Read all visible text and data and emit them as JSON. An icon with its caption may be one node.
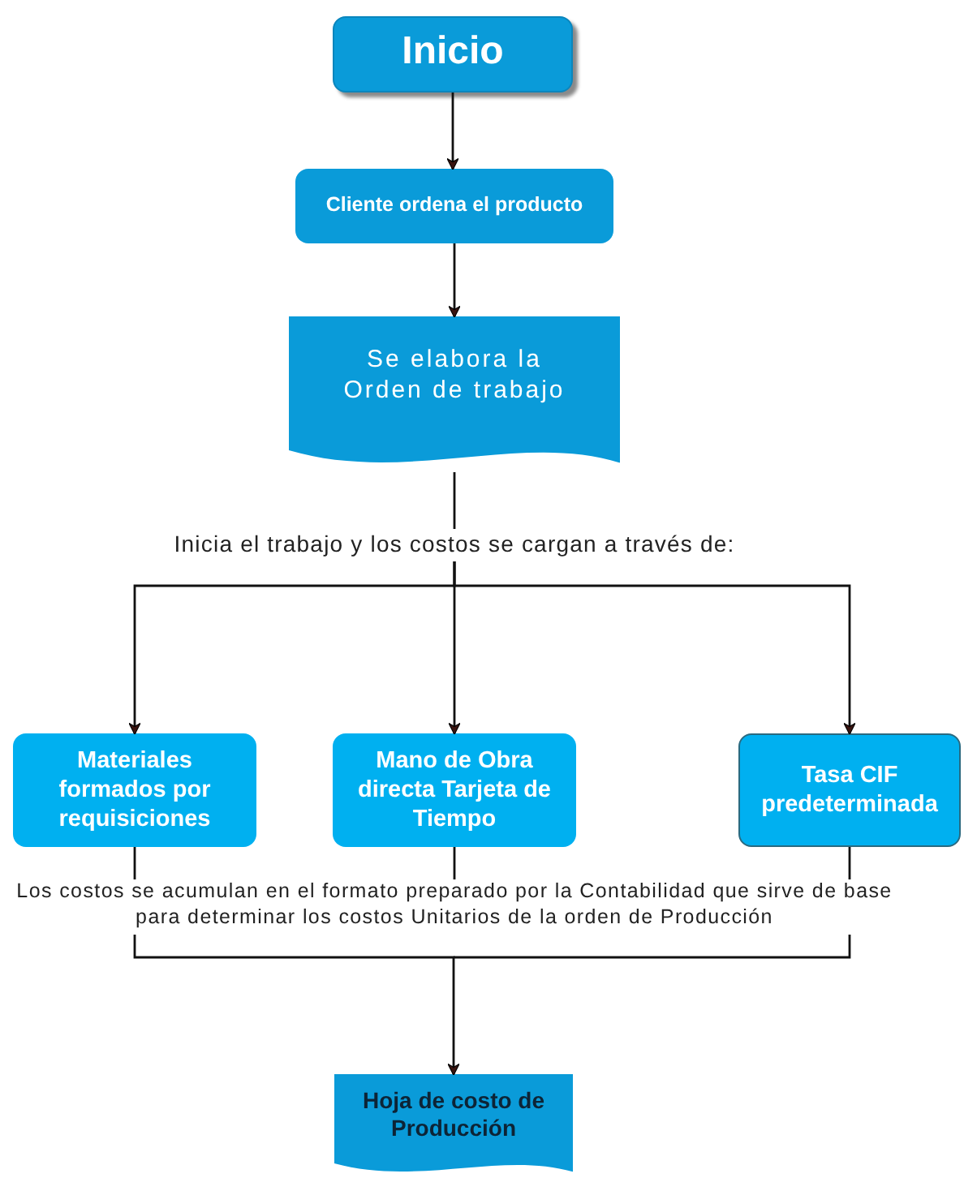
{
  "diagram": {
    "nodes": [
      {
        "text": [
          "Inicio"
        ]
      },
      {
        "text": [
          "Cliente ordena el producto"
        ]
      },
      {
        "text": [
          "Se elabora la Orden de trabajo"
        ]
      },
      {
        "text": [
          "Inicia el trabajo y los costos se cargan  a través de:"
        ]
      },
      {
        "text": [
          "Materiales formados por requisiciones"
        ]
      },
      {
        "text": [
          "Mano de Obra directa Tarjeta de Tiempo"
        ]
      },
      {
        "text": [
          "Tasa CIF predeterminada"
        ]
      },
      {
        "text": [
          "Los costos se acumulan en el formato preparado por la Contabilidad que sirve de base para determinar los costos Unitarios  de la orden de Producción"
        ]
      },
      {
        "text": [
          "Hoja de costo de Producción"
        ]
      }
    ],
    "edges": [
      {
        "from": 0,
        "to": 1,
        "arrow": "to"
      },
      {
        "from": 1,
        "to": 2,
        "arrow": "to"
      },
      {
        "from": 2,
        "to": 3,
        "arrow": "none"
      },
      {
        "from": 3,
        "to": 4,
        "arrow": "to"
      },
      {
        "from": 3,
        "to": 5,
        "arrow": "to"
      },
      {
        "from": 3,
        "to": 6,
        "arrow": "to"
      },
      {
        "from": 4,
        "to": 7,
        "arrow": "none"
      },
      {
        "from": 5,
        "to": 7,
        "arrow": "none"
      },
      {
        "from": 6,
        "to": 7,
        "arrow": "none"
      },
      {
        "from": 7,
        "to": 8,
        "arrow": "to"
      }
    ]
  }
}
